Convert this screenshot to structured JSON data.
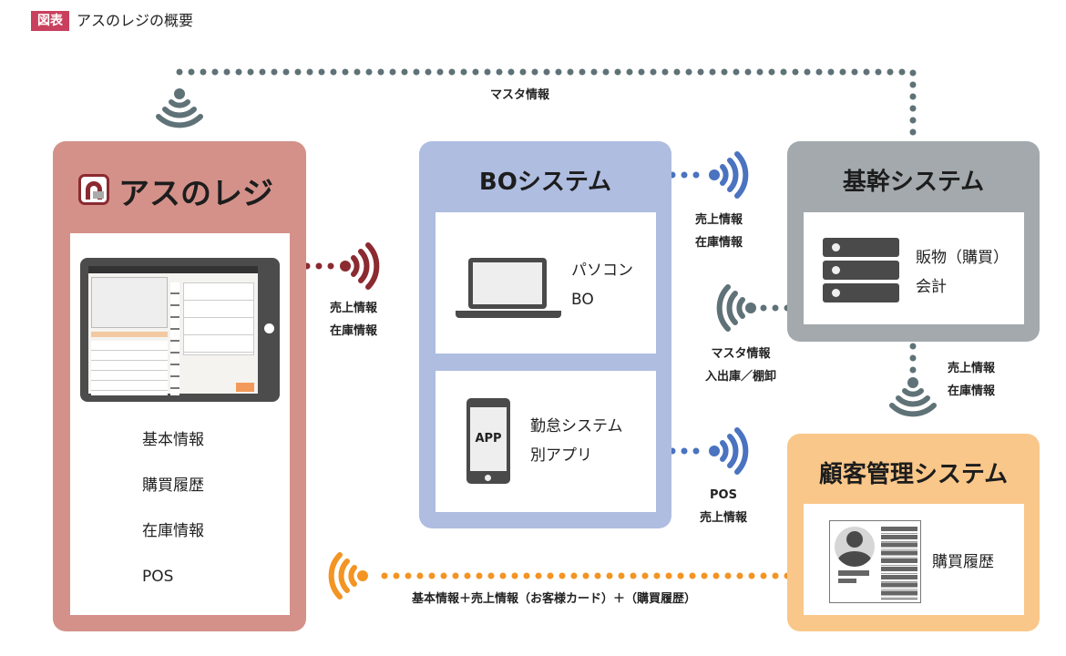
{
  "header": {
    "badge": "図表",
    "title": "アスのレジの概要"
  },
  "colors": {
    "rasu": "#d4918a",
    "bo": "#aebde0",
    "kikan": "#a3a9ac",
    "customer": "#f9c78a",
    "gray_link": "#5f7277",
    "blue_link": "#4a73c0",
    "maroon_link": "#8b2a30",
    "orange_link": "#f39423"
  },
  "rasu": {
    "title": "アスのレジ",
    "items": [
      "基本情報",
      "購買履歴",
      "在庫情報",
      "POS"
    ]
  },
  "bo": {
    "title": "BOシステム",
    "pc": {
      "line1": "パソコン",
      "line2": "BO"
    },
    "app": {
      "icon_text": "APP",
      "line1": "勤怠システム",
      "line2": "別アプリ"
    }
  },
  "kikan": {
    "title": "基幹システム",
    "line1": "販物（購買）",
    "line2": "会計"
  },
  "customer": {
    "title": "顧客管理システム",
    "line1": "購買履歴"
  },
  "links": {
    "master_top": "マスタ情報",
    "rasu_bo": [
      "売上情報",
      "在庫情報"
    ],
    "bo_kikan": [
      "売上情報",
      "在庫情報"
    ],
    "kikan_bo": [
      "マスタ情報",
      "入出庫／棚卸"
    ],
    "bo_pos": [
      "POS",
      "売上情報"
    ],
    "kikan_customer": [
      "売上情報",
      "在庫情報"
    ],
    "customer_rasu": "基本情報＋売上情報（お客様カード）＋（購買履歴）"
  }
}
